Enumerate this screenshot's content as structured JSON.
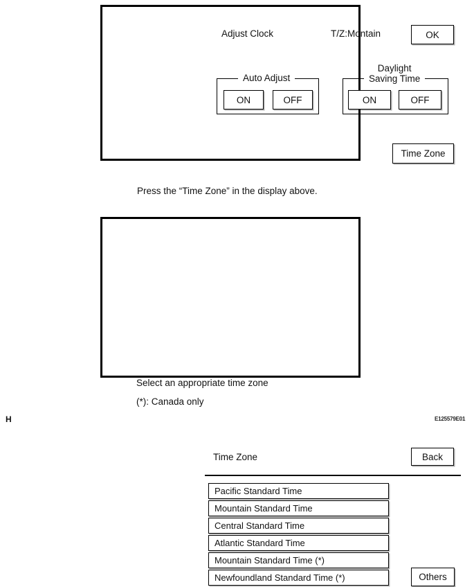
{
  "page": {
    "marker": "H",
    "figure_id": "E125579E01",
    "background_color": "#ffffff",
    "line_color": "#000000"
  },
  "clock_screen": {
    "title": "Adjust Clock",
    "timezone_status": "T/Z:Montain",
    "ok_label": "OK",
    "auto_adjust": {
      "legend": "Auto Adjust",
      "on_label": "ON",
      "off_label": "OFF"
    },
    "daylight_saving": {
      "legend": "Daylight\nSaving Time",
      "legend_line1": "Daylight",
      "legend_line2": "Saving Time",
      "on_label": "ON",
      "off_label": "OFF"
    },
    "time_zone_label": "Time Zone"
  },
  "caption_middle": "Press the “Time Zone” in the display above.",
  "timezone_screen": {
    "title": "Time Zone",
    "back_label": "Back",
    "others_label": "Others",
    "items": [
      {
        "label": "Pacific Standard Time"
      },
      {
        "label": "Mountain Standard Time"
      },
      {
        "label": "Central Standard Time"
      },
      {
        "label": "Atlantic Standard Time"
      },
      {
        "label": "Mountain Standard Time (*)"
      },
      {
        "label": "Newfoundland Standard Time (*)"
      }
    ]
  },
  "caption_bottom_1": "Select an appropriate time zone",
  "caption_bottom_2": "(*): Canada only"
}
